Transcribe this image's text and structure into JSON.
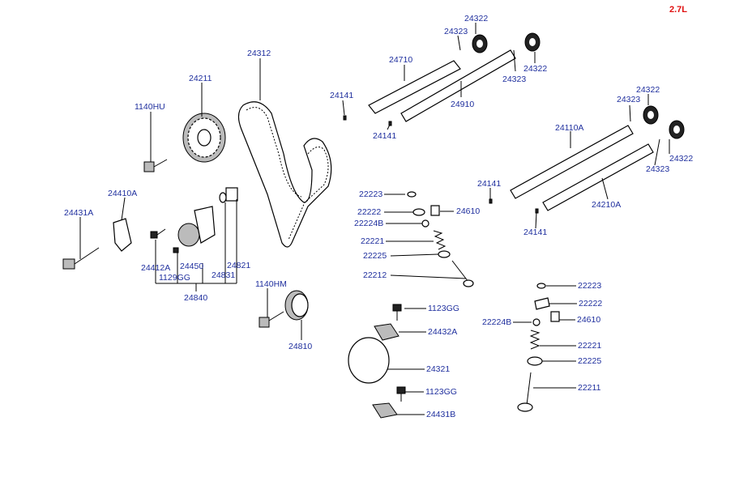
{
  "engine_code": "2.7L",
  "parts": {
    "p24312": "24312",
    "p24211": "24211",
    "p1140HU": "1140HU",
    "p24410A": "24410A",
    "p24431A": "24431A",
    "p24412A": "24412A",
    "p24450": "24450",
    "p1129GG": "1129GG",
    "p24831": "24831",
    "p24821": "24821",
    "p24840": "24840",
    "p1140HM": "1140HM",
    "p24810": "24810",
    "p24710": "24710",
    "p24910": "24910",
    "p24322_a": "24322",
    "p24323_a": "24323",
    "p24322_b": "24322",
    "p24323_b": "24323",
    "p24141_a": "24141",
    "p24141_b": "24141",
    "p24110A": "24110A",
    "p24210A": "24210A",
    "p24322_c": "24322",
    "p24323_c": "24323",
    "p24322_d": "24322",
    "p24323_d": "24323",
    "p24141_c": "24141",
    "p24141_d": "24141",
    "p22223_a": "22223",
    "p22222_a": "22222",
    "p24610_a": "24610",
    "p22224B_a": "22224B",
    "p22221_a": "22221",
    "p22225_a": "22225",
    "p22212": "22212",
    "p1123GG_a": "1123GG",
    "p24432A": "24432A",
    "p24321": "24321",
    "p1123GG_b": "1123GG",
    "p24431B": "24431B",
    "p22223_b": "22223",
    "p22222_b": "22222",
    "p24610_b": "24610",
    "p22224B_b": "22224B",
    "p22221_b": "22221",
    "p22225_b": "22225",
    "p22211": "22211"
  }
}
